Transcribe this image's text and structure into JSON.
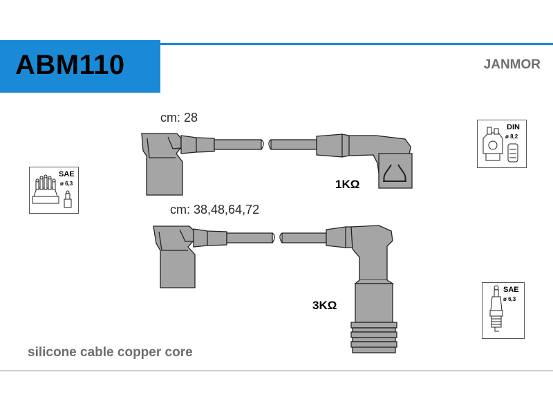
{
  "header": {
    "code": "ABM110",
    "brand": "JANMOR",
    "accent_color": "#1a8ad6"
  },
  "cables": [
    {
      "length_label": "cm: 28",
      "resistance": "1KΩ"
    },
    {
      "length_label": "cm: 38,48,64,72",
      "resistance": "3KΩ"
    }
  ],
  "connectors": {
    "left": {
      "standard": "SAE",
      "diameter": "ø 6,3",
      "icon": "distributor-cap-icon"
    },
    "right_top": {
      "standard": "DIN",
      "diameter": "ø 8,2",
      "icon": "ignition-coil-icon"
    },
    "right_bottom": {
      "standard": "SAE",
      "diameter": "ø 6,3",
      "icon": "spark-plug-icon"
    }
  },
  "footer": {
    "text": "silicone cable copper core"
  }
}
